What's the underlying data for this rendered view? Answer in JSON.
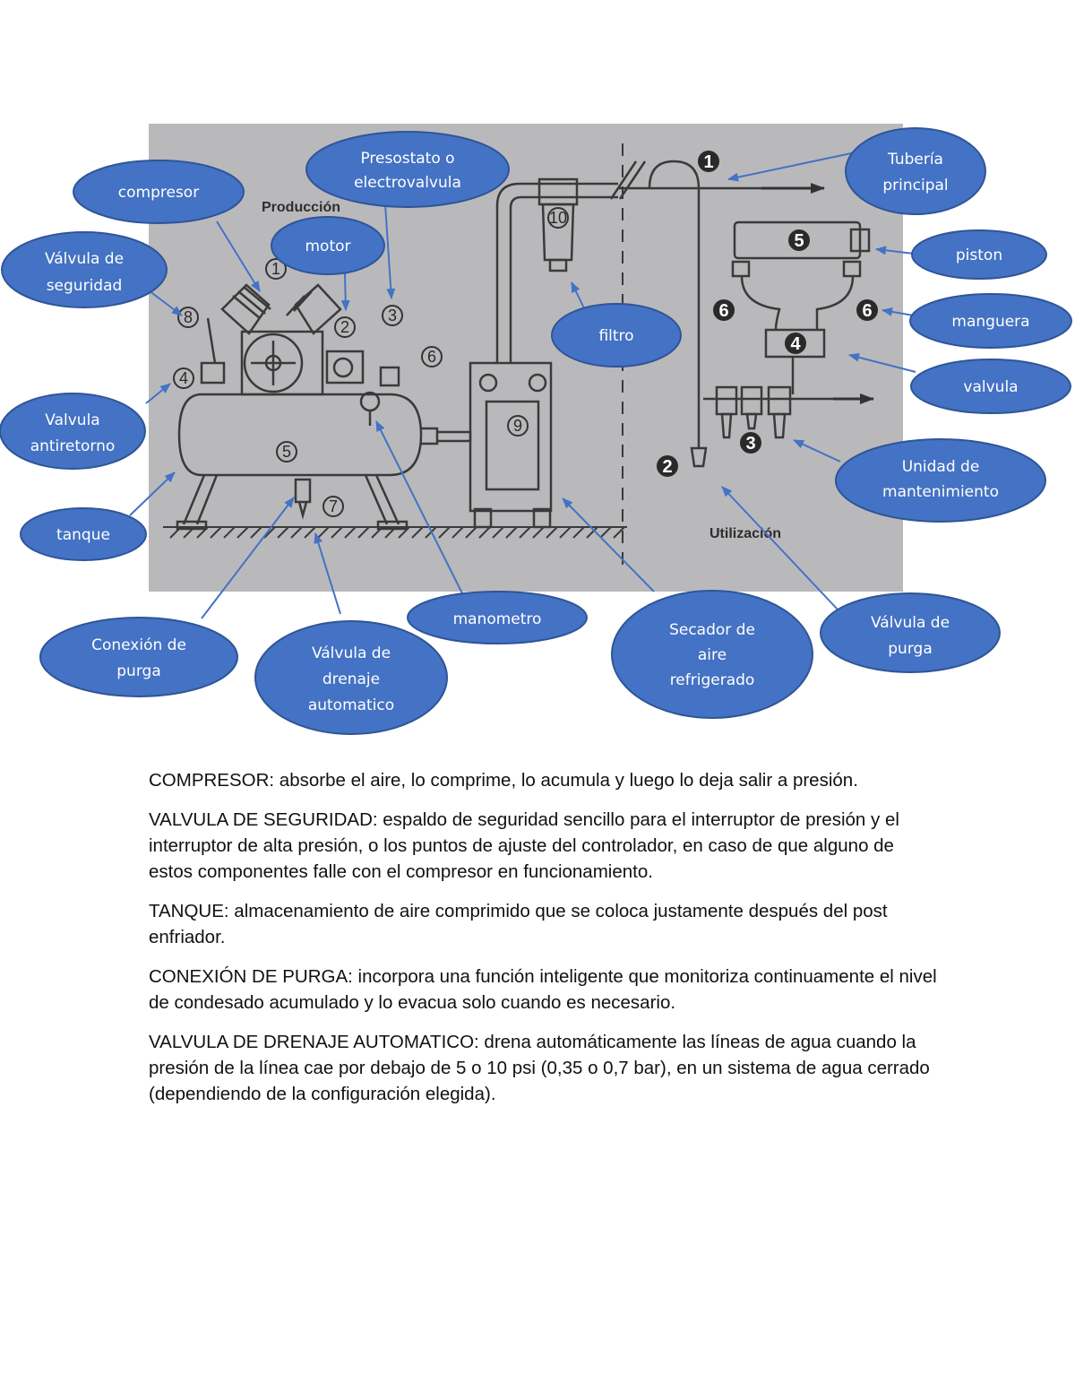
{
  "figure": {
    "section_labels": {
      "production": "Producción",
      "utilization": "Utilización"
    },
    "component_numbers": [
      "1",
      "2",
      "3",
      "4",
      "5",
      "6",
      "7",
      "8",
      "9",
      "10"
    ],
    "distribution_numbers": [
      "1",
      "2",
      "3",
      "4",
      "5",
      "6"
    ],
    "callouts": [
      {
        "id": "compresor",
        "lines": [
          "compresor"
        ]
      },
      {
        "id": "presostato",
        "lines": [
          "Presostato o",
          "electrovalvula"
        ]
      },
      {
        "id": "motor",
        "lines": [
          "motor"
        ]
      },
      {
        "id": "valvula-seguridad",
        "lines": [
          "Válvula de",
          "seguridad"
        ]
      },
      {
        "id": "valvula-antiretorno",
        "lines": [
          "Valvula",
          "antiretorno"
        ]
      },
      {
        "id": "tanque",
        "lines": [
          "tanque"
        ]
      },
      {
        "id": "conexion-purga",
        "lines": [
          "Conexión de",
          "purga"
        ]
      },
      {
        "id": "valvula-drenaje",
        "lines": [
          "Válvula de",
          "drenaje",
          "automatico"
        ]
      },
      {
        "id": "manometro",
        "lines": [
          "manometro"
        ]
      },
      {
        "id": "filtro",
        "lines": [
          "filtro"
        ]
      },
      {
        "id": "secador",
        "lines": [
          "Secador de",
          "aire",
          "refrigerado"
        ]
      },
      {
        "id": "valvula-purga",
        "lines": [
          "Válvula de",
          "purga"
        ]
      },
      {
        "id": "tuberia",
        "lines": [
          "Tubería",
          "principal"
        ]
      },
      {
        "id": "piston",
        "lines": [
          "piston"
        ]
      },
      {
        "id": "manguera",
        "lines": [
          "manguera"
        ]
      },
      {
        "id": "valvula",
        "lines": [
          "valvula"
        ]
      },
      {
        "id": "unidad",
        "lines": [
          "Unidad de",
          "mantenimiento"
        ]
      }
    ],
    "colors": {
      "bubble": "#4472c4",
      "bubble_border": "#2f5597",
      "photo_bg": "#b8b8bb",
      "line": "#3a3a3a"
    }
  },
  "descriptions": [
    {
      "term": "COMPRESOR:",
      "text": " absorbe el aire, lo comprime, lo acumula y luego lo deja salir a presión."
    },
    {
      "term": "VALVULA DE SEGURIDAD:",
      "text": " espaldo de seguridad sencillo para el interruptor de presión y el interruptor de alta presión, o los puntos de ajuste del controlador, en caso de que alguno de estos componentes falle con el compresor en funcionamiento."
    },
    {
      "term": "TANQUE:",
      "text": " almacenamiento de aire comprimido que se coloca justamente después del post enfriador."
    },
    {
      "term": "CONEXIÓN DE PURGA:",
      "text": " incorpora una función inteligente que monitoriza continuamente el nivel de condesado acumulado y lo evacua solo cuando es necesario."
    },
    {
      "term": "VALVULA DE DRENAJE AUTOMATICO:",
      "text": " drena automáticamente las líneas de agua cuando la presión de la línea cae por debajo de 5 o 10 psi (0,35 o 0,7 bar), en un sistema de agua cerrado (dependiendo de la configuración elegida)."
    }
  ]
}
